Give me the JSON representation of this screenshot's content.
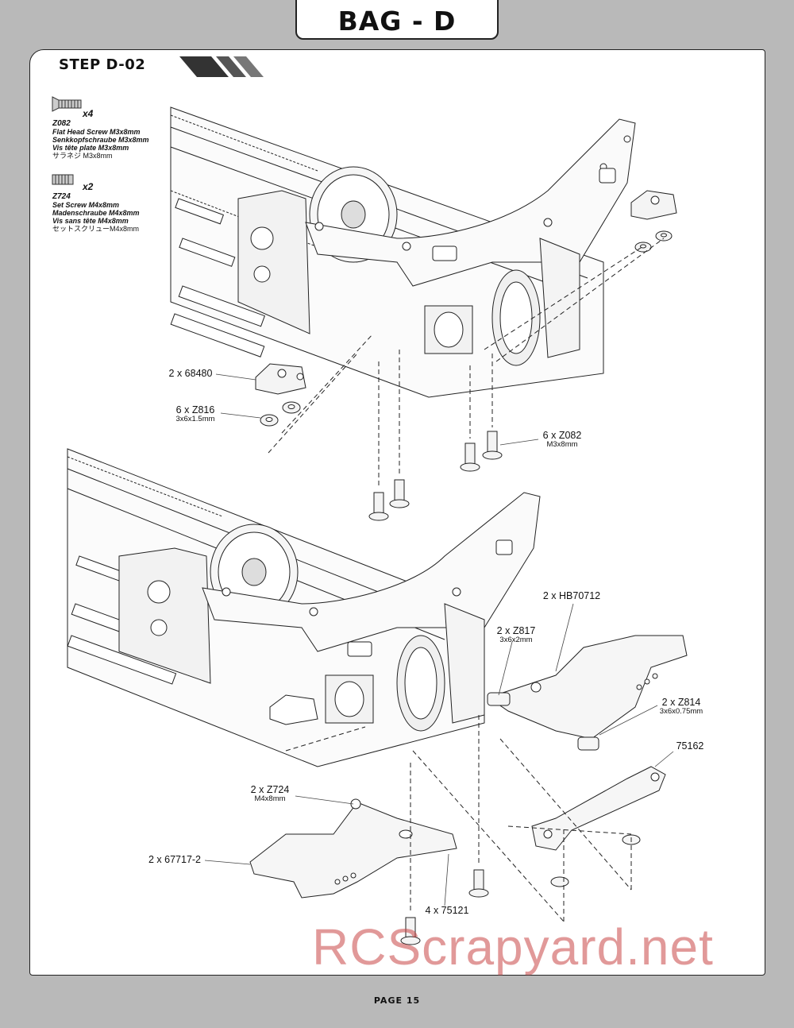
{
  "header": {
    "bag_title": "BAG - D"
  },
  "step": {
    "title": "STEP D-02"
  },
  "parts_list": [
    {
      "qty": "x4",
      "code": "Z082",
      "lines": [
        "Flat Head Screw M3x8mm",
        "Senkkopfschraube M3x8mm",
        "Vis tête plate M3x8mm",
        "サラネジ M3x8mm"
      ]
    },
    {
      "qty": "x2",
      "code": "Z724",
      "lines": [
        "Set Screw M4x8mm",
        "Madenschraube M4x8mm",
        "Vis sans tête M4x8mm",
        "セットスクリューM4x8mm"
      ]
    }
  ],
  "callouts": [
    {
      "label": "2 x 68480",
      "sub": ""
    },
    {
      "label": "6 x Z816",
      "sub": "3x6x1.5mm"
    },
    {
      "label": "6 x Z082",
      "sub": "M3x8mm"
    },
    {
      "label": "2 x HB70712",
      "sub": ""
    },
    {
      "label": "2 x Z817",
      "sub": "3x6x2mm"
    },
    {
      "label": "2 x Z814",
      "sub": "3x6x0.75mm"
    },
    {
      "label": "75162",
      "sub": ""
    },
    {
      "label": "2 x Z724",
      "sub": "M4x8mm"
    },
    {
      "label": "2 x 67717-2",
      "sub": ""
    },
    {
      "label": "4 x 75121",
      "sub": ""
    }
  ],
  "watermark": "RCScrapyard.net",
  "footer": {
    "page": "PAGE 15"
  },
  "colors": {
    "background": "#b9b9b9",
    "panel": "#ffffff",
    "ink": "#222222",
    "watermark": "#c84646"
  }
}
